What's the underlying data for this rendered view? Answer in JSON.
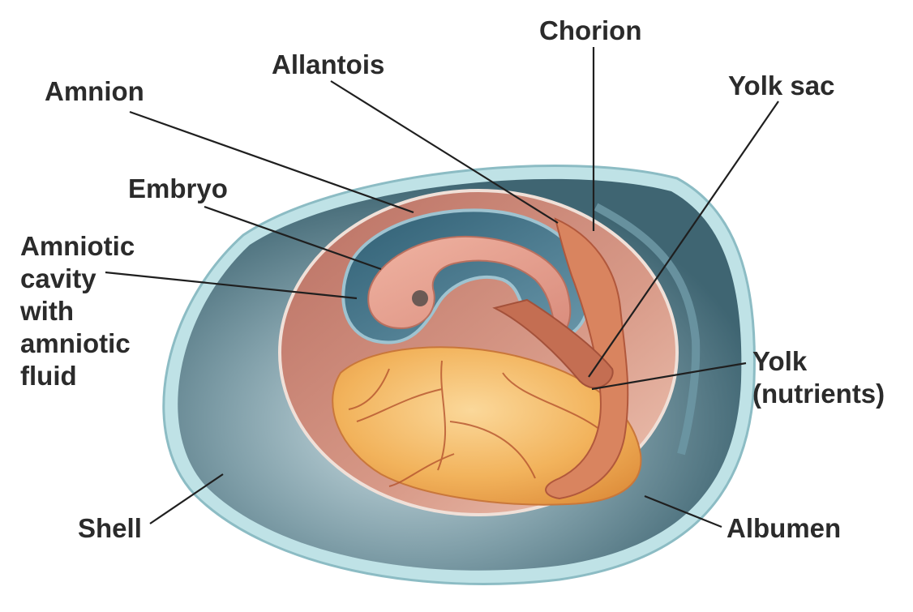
{
  "diagram": {
    "colors": {
      "shell": "#bfe2e6",
      "albumen": "#5a7f8a",
      "chorion": "#c98a78",
      "amnion": "#3d6f85",
      "embryo": "#e8a393",
      "yolk": "#f2b35c",
      "allantois": "#d9845f",
      "leader_line": "#1f1f1f",
      "label_text": "#2b2b2b"
    },
    "labels": {
      "chorion": "Chorion",
      "allantois": "Allantois",
      "amnion": "Amnion",
      "yolk_sac": "Yolk sac",
      "embryo": "Embryo",
      "amniotic_cavity": [
        "Amniotic",
        "cavity",
        "with",
        "amniotic",
        "fluid"
      ],
      "yolk": [
        "Yolk",
        "(nutrients)"
      ],
      "shell": "Shell",
      "albumen": "Albumen"
    }
  }
}
